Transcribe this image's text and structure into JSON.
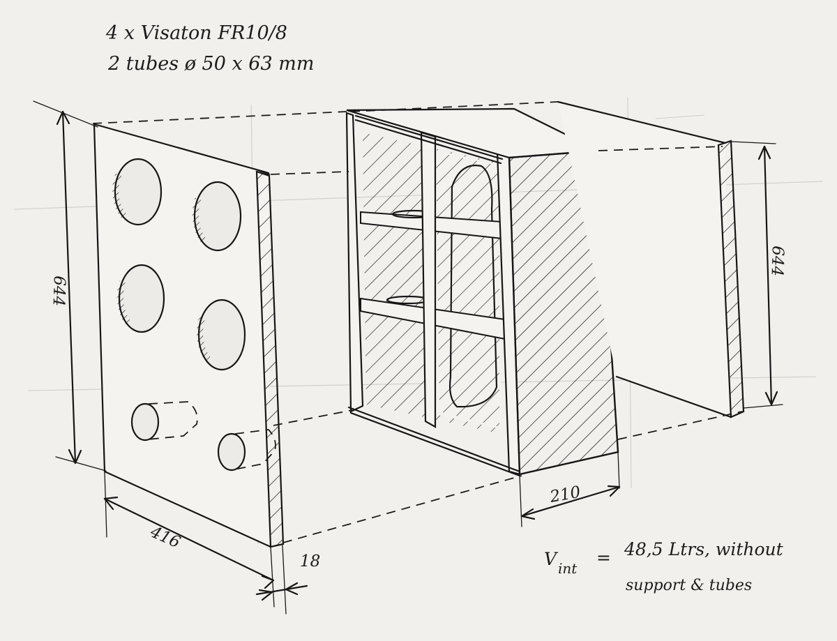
{
  "notes": {
    "drivers": "4 x Visaton FR10/8",
    "tubes": "2 tubes ø 50 x 63 mm"
  },
  "dimensions": {
    "front_height": "644",
    "front_width": "416",
    "thickness": "18",
    "depth": "210",
    "back_height": "644"
  },
  "volume": {
    "symbol": "V",
    "subscript": "int",
    "equals": "=",
    "line1": "48,5 Ltrs, without",
    "line2": "support & tubes"
  }
}
